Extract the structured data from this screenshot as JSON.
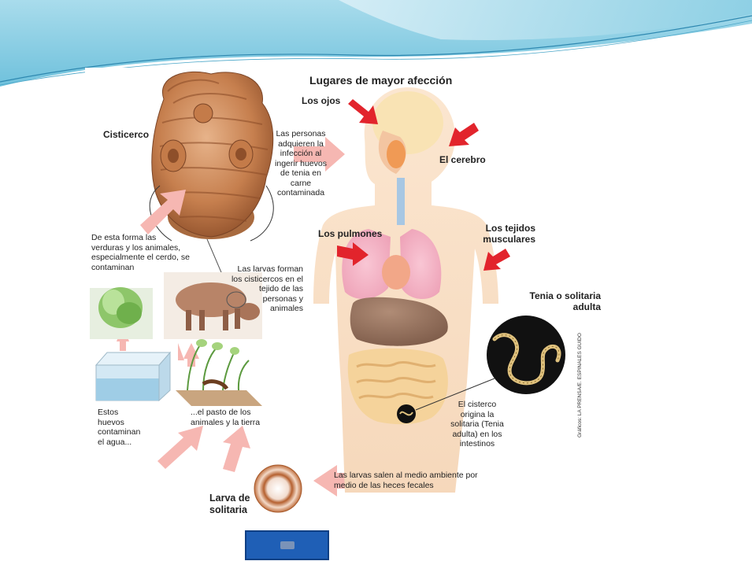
{
  "diagram": {
    "title": "Lugares de mayor afección",
    "labels": {
      "cisticerco": "Cisticerco",
      "ojos": "Los ojos",
      "cerebro": "El cerebro",
      "pulmones": "Los pulmones",
      "musculares": "Los tejidos musculares",
      "tenia": "Tenia o solitaria adulta",
      "larva": "Larva de solitaria"
    },
    "texts": {
      "personas": "Las personas adquieren la infección al ingerir huevos de tenia en carne contaminada",
      "verduras": "De esta forma las verduras y los animales, especialmente el cerdo, se contaminan",
      "larvas_forman": "Las larvas forman los cisticercos en el tejido de las personas y animales",
      "huevos": "Estos huevos contaminan el agua...",
      "pasto": "...el pasto de los animales y la tierra",
      "cisterco": "El cisterco origina la solitaria (Tenia adulta) en los intestinos",
      "larvas_salen": "Las larvas salen al medio ambiente por medio de las heces fecales"
    },
    "credit": "Gráficos: LA PRENSA/E. ESPINALES GUIDO"
  },
  "colors": {
    "arrow_pink": "#f6b7b2",
    "arrow_red": "#e2242c",
    "banner_blue": "#7ec8e3",
    "nav_button": "#1f5fb6"
  },
  "nav": {
    "icon": "video-icon"
  }
}
